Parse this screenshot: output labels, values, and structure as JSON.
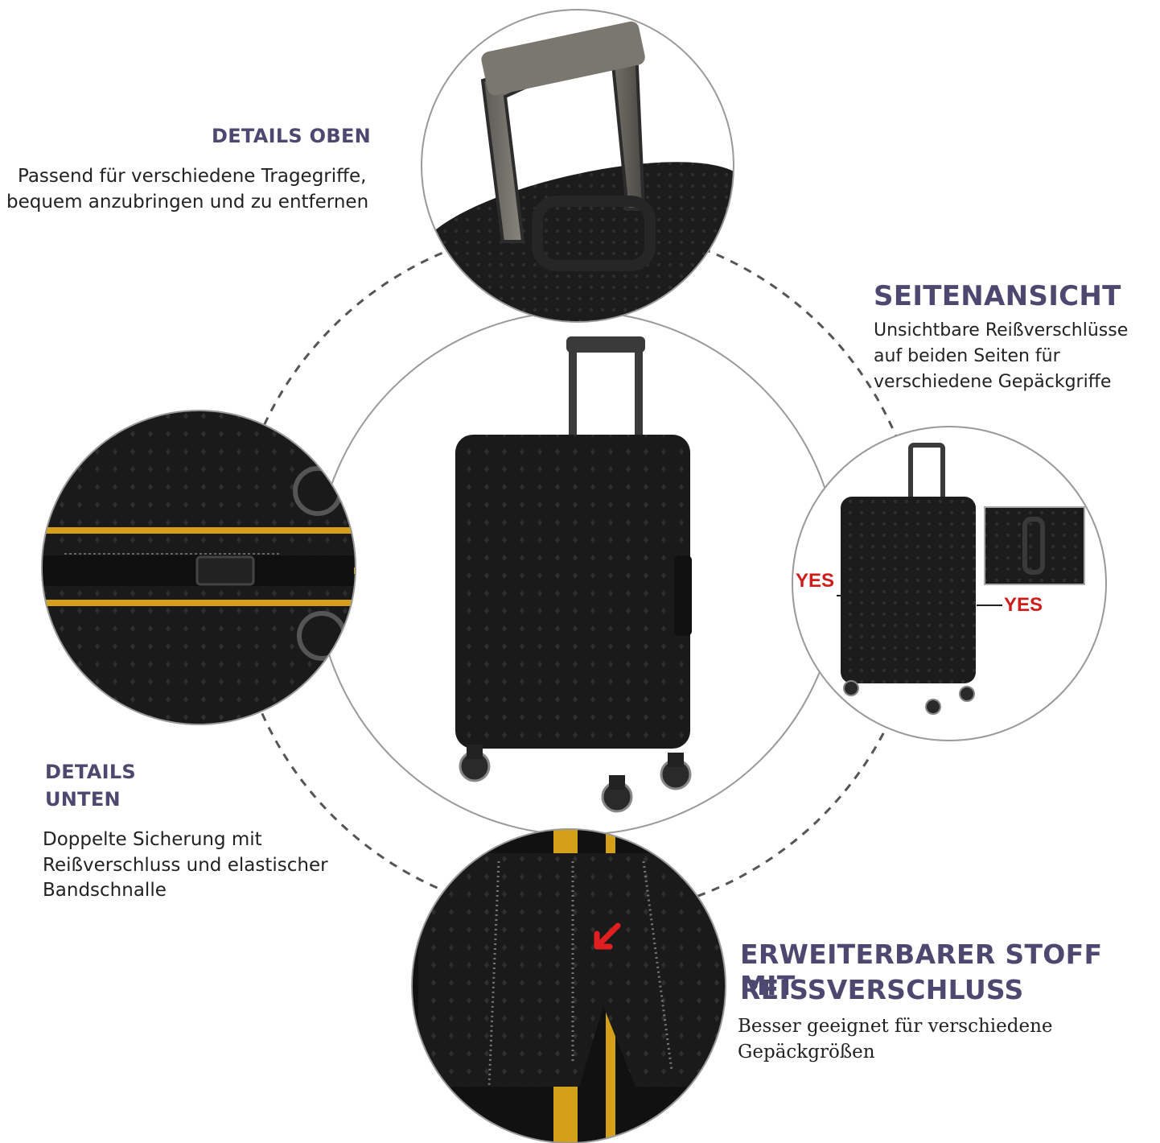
{
  "sections": {
    "top": {
      "heading": "DETAILS OBEN",
      "lines": [
        "Passend für verschiedene Tragegriffe,",
        "bequem anzubringen und zu entfernen"
      ]
    },
    "side": {
      "heading": "SEITENANSICHT",
      "lines": [
        "Unsichtbare Reißverschlüsse",
        "auf beiden Seiten für",
        "verschiedene Gepäckgriffe"
      ],
      "labels": [
        "YES",
        "YES"
      ]
    },
    "bottom": {
      "heading_lines": [
        "DETAILS",
        "UNTEN"
      ],
      "lines": [
        "Doppelte Sicherung mit",
        "Reißverschluss und elastischer",
        "Bandschnalle"
      ]
    },
    "expand": {
      "heading_lines": [
        "ERWEITERBARER STOFF MIT",
        "REISSVERSCHLUSS"
      ],
      "lines": [
        "Besser geeignet für verschiedene",
        "Gepäckgrößen"
      ]
    }
  },
  "colors": {
    "heading": "#4d4870",
    "body_text": "#222222",
    "accent_red": "#d11b1b",
    "cover_black": "#1a1a1a",
    "strap_yellow": "#d4a019",
    "dashed_ring": "#555555"
  },
  "icons": [
    "dashed-ring",
    "suitcase-cover",
    "zoom-circle",
    "red-arrow-icon"
  ]
}
